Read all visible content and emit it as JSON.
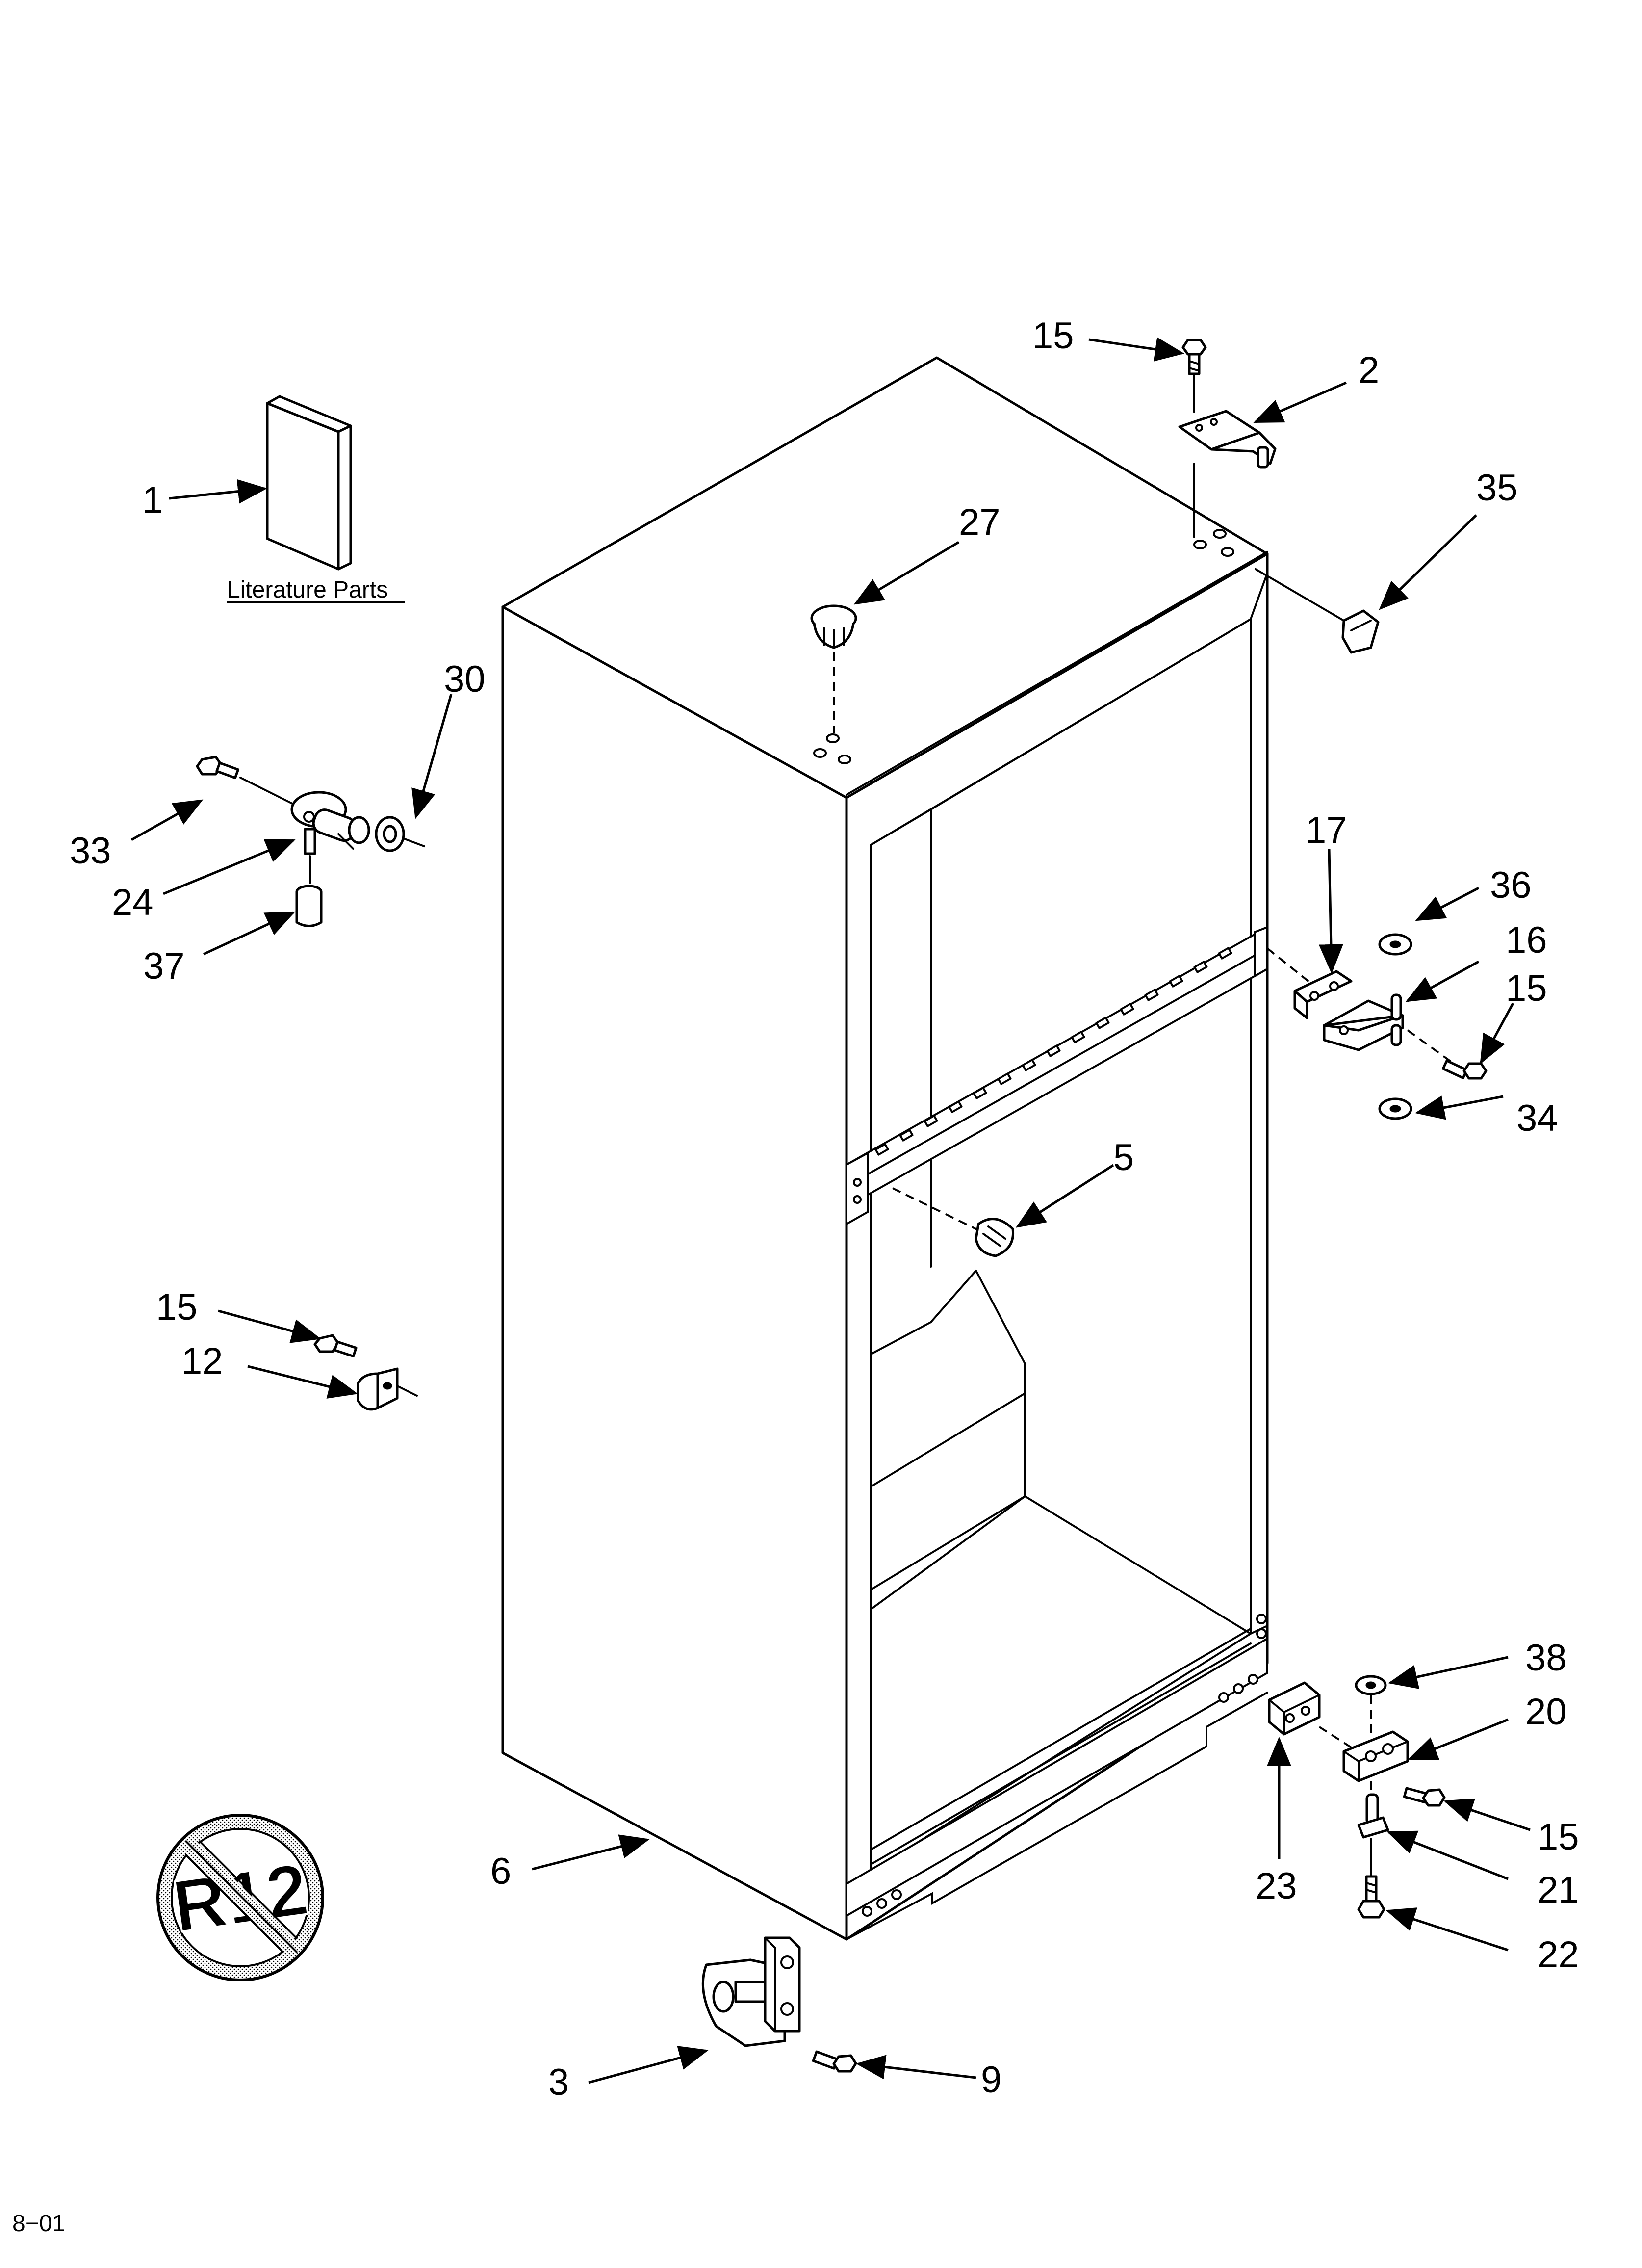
{
  "literature_label": "Literature Parts",
  "footer_code": "8−01",
  "no_r12_badge_text": "R12",
  "callouts": {
    "c1": "1",
    "c2": "2",
    "c3": "3",
    "c5": "5",
    "c6": "6",
    "c9": "9",
    "c12": "12",
    "c15a": "15",
    "c15b": "15",
    "c15c": "15",
    "c15d": "15",
    "c16": "16",
    "c17": "17",
    "c20": "20",
    "c21": "21",
    "c22": "22",
    "c23": "23",
    "c24": "24",
    "c27": "27",
    "c30": "30",
    "c33": "33",
    "c34": "34",
    "c35": "35",
    "c36": "36",
    "c37": "37",
    "c38": "38"
  }
}
